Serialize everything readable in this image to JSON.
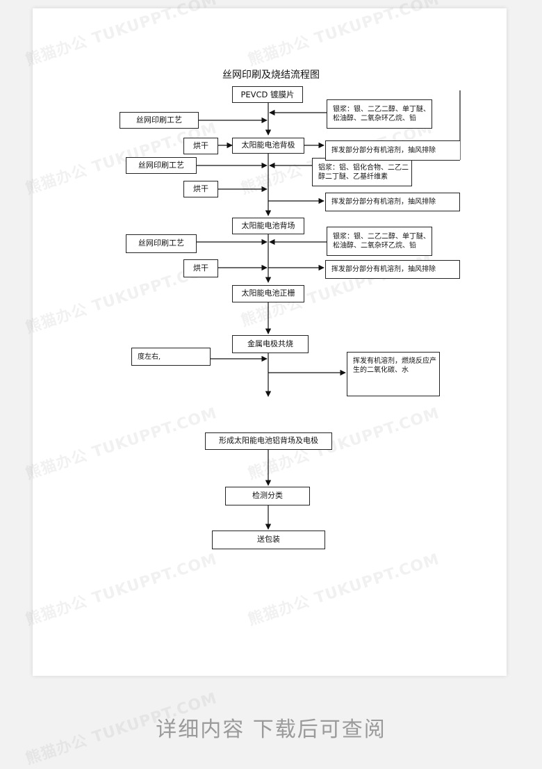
{
  "title": "丝网印刷及烧结流程图",
  "process": [
    "PEVCD 镀膜片",
    "太阳能电池背极",
    "太阳能电池背场",
    "太阳能电池正栅",
    "金属电极共烧",
    "形成太阳能电池铝背场及电极",
    "检测分类",
    "送包装"
  ],
  "inputs": [
    "丝网印刷工艺",
    "烘干",
    "丝网印刷工艺",
    "烘干",
    "丝网印刷工艺",
    "烘干",
    "度左右,"
  ],
  "materials": [
    "银浆：银、二乙二醇、单丁醚、松油醇、二氧杂环乙烷、铅",
    "铝浆：铝、铝化合物、二乙二醇二丁醚、乙基纤维素",
    "银浆：银、二乙二醇、单丁醚、松油醇、二氧杂环乙烷、铅"
  ],
  "emissions": [
    "挥发部分部分有机溶剂，抽风排除",
    "挥发部分部分有机溶剂，抽风排除",
    "挥发部分部分有机溶剂，抽风排除",
    "挥发有机溶剂，燃烧反应产生的二氧化碳、水"
  ],
  "watermark": "熊猫办公 TUKUPPT.COM",
  "footer": "详细内容 下载后可查阅"
}
